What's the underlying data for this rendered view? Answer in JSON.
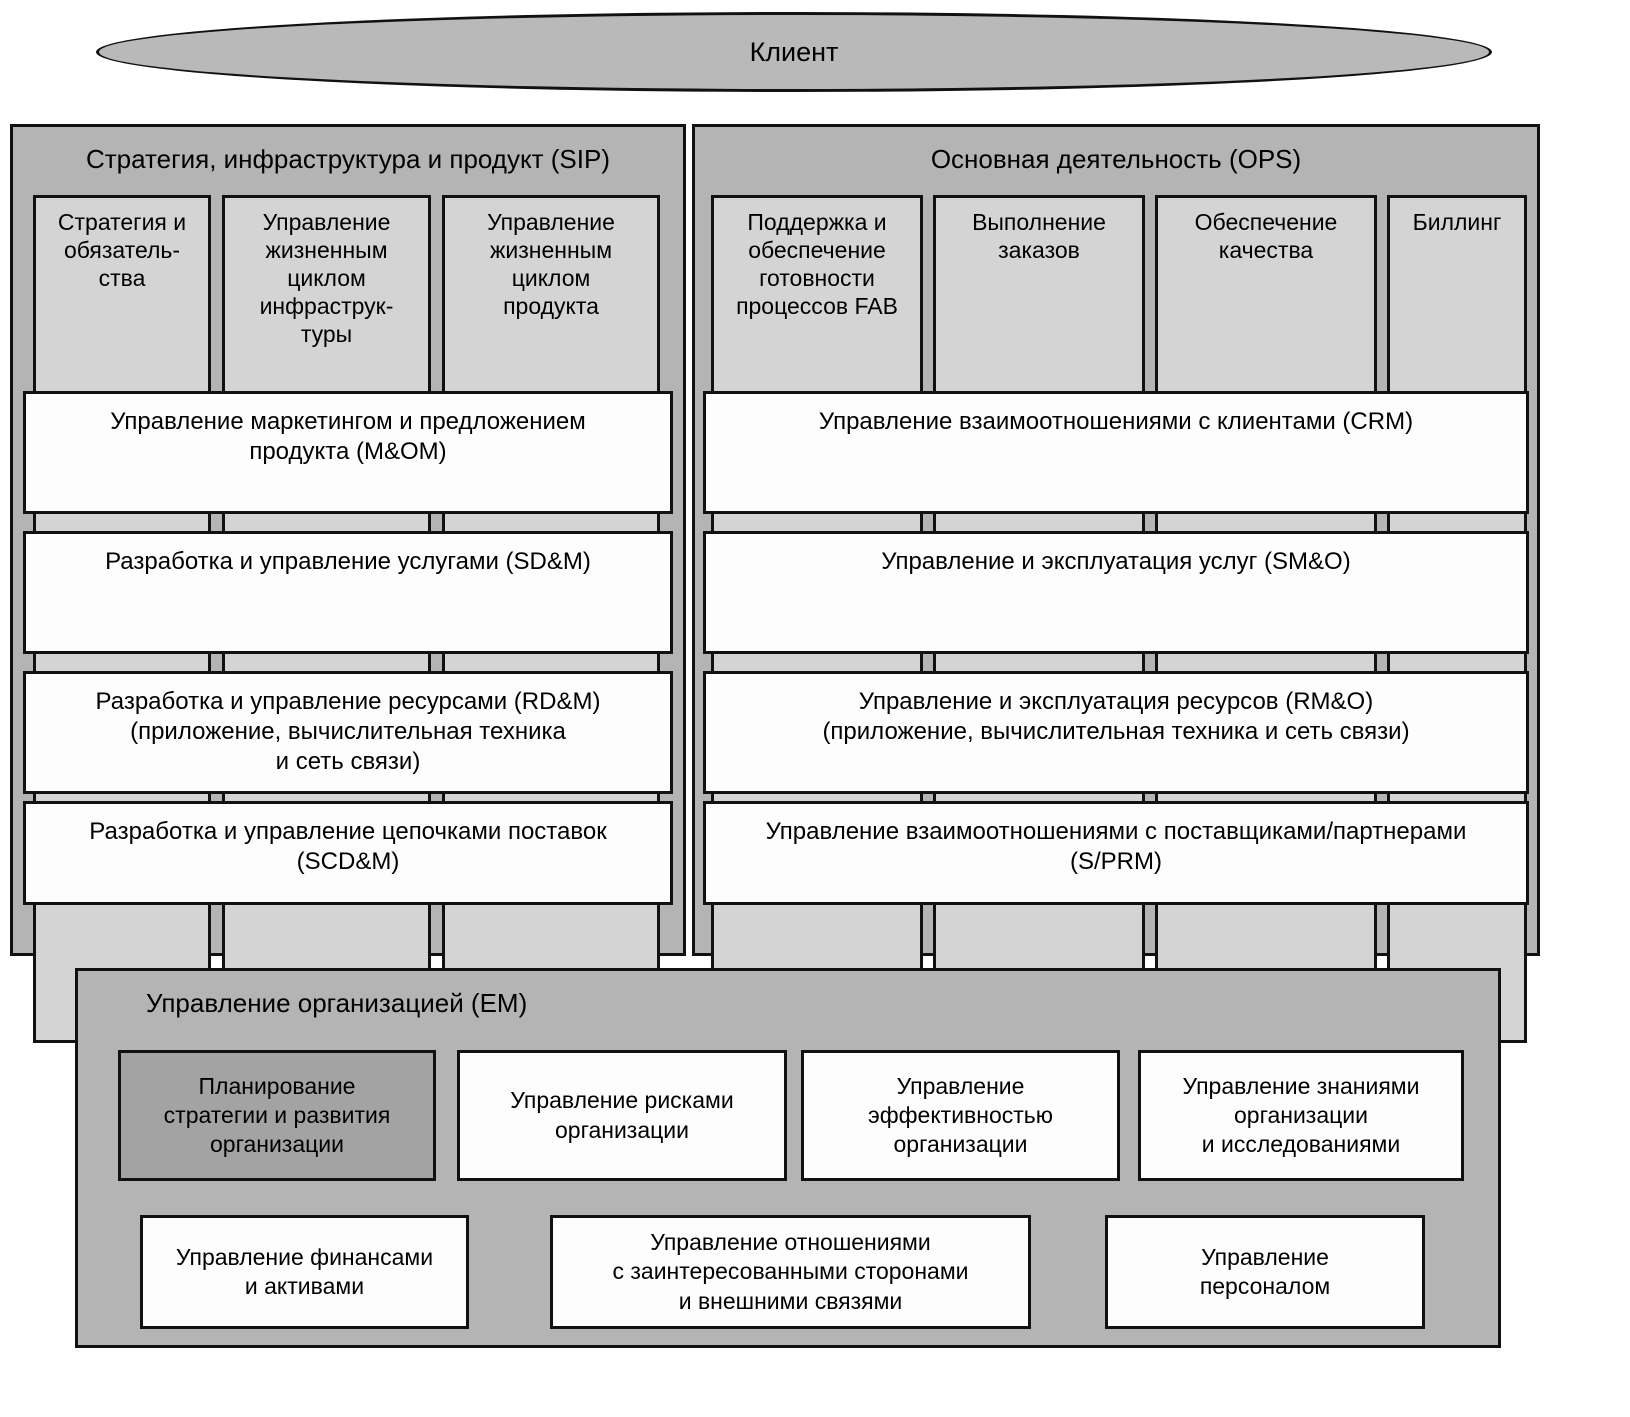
{
  "diagram": {
    "title_top": "Клиент",
    "sip": {
      "title": "Стратегия, инфраструктура и продукт (SIP)",
      "columns": [
        {
          "label": "Стратегия и\nобязатель-\nства"
        },
        {
          "label": "Управление\nжизненным\nциклом\nинфраструк-\nтуры"
        },
        {
          "label": "Управление\nжизненным\nциклом\nпродукта"
        }
      ],
      "bands": [
        {
          "label": "Управление маркетингом и предложением\nпродукта (M&OM)"
        },
        {
          "label": "Разработка и управление услугами (SD&M)"
        },
        {
          "label": "Разработка и управление ресурсами (RD&M)\n(приложение, вычислительная техника\nи сеть связи)"
        },
        {
          "label": "Разработка и управление цепочками поставок\n(SCD&M)"
        }
      ]
    },
    "ops": {
      "title": "Основная деятельность (OPS)",
      "columns": [
        {
          "label": "Поддержка и\nобеспечение\nготовности\nпроцессов FAB"
        },
        {
          "label": "Выполнение\nзаказов"
        },
        {
          "label": "Обеспечение\nкачества"
        },
        {
          "label": "Биллинг"
        }
      ],
      "bands": [
        {
          "label": "Управление взаимоотношениями с клиентами (CRM)"
        },
        {
          "label": "Управление и эксплуатация услуг (SM&O)"
        },
        {
          "label": "Управление и эксплуатация ресурсов (RM&O)\n(приложение, вычислительная техника и сеть связи)"
        },
        {
          "label": "Управление взаимоотношениями с поставщиками/партнерами\n(S/PRM)"
        }
      ]
    },
    "em": {
      "title": "Управление организацией (EM)",
      "row1": [
        {
          "label": "Планирование\nстратегии и развития\nорганизации",
          "highlight": true
        },
        {
          "label": "Управление рисками\nорганизации",
          "highlight": false
        },
        {
          "label": "Управление\nэффективностью\nорганизации",
          "highlight": false
        },
        {
          "label": "Управление знаниями\nорганизации\nи исследованиями",
          "highlight": false
        }
      ],
      "row2": [
        {
          "label": "Управление финансами\nи активами",
          "highlight": false
        },
        {
          "label": "Управление отношениями\nс заинтересованными сторонами\nи внешними связями",
          "highlight": false
        },
        {
          "label": "Управление\nперсоналом",
          "highlight": false
        }
      ]
    },
    "colors": {
      "panel_background": "#b4b4b4",
      "column_fill": "#d4d4d4",
      "band_fill": "#fdfdfd",
      "highlight_fill": "#a3a3a3",
      "ellipse_fill": "#b9b9b9",
      "outline": "#111111"
    }
  }
}
